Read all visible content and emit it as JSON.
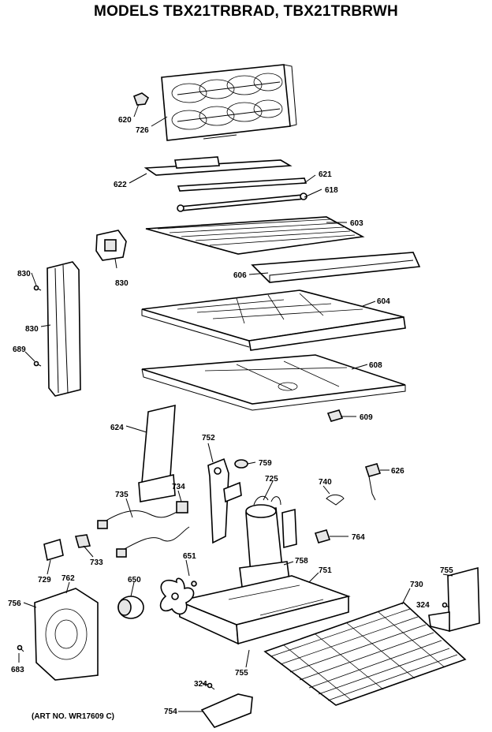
{
  "title": "MODELS TBX21TRBRAD, TBX21TRBRWH",
  "footer": "(ART NO. WR17609 C)",
  "callouts": {
    "c620": "620",
    "c726": "726",
    "c622": "622",
    "c621": "621",
    "c618": "618",
    "c603": "603",
    "c606": "606",
    "c604": "604",
    "c608": "608",
    "c609": "609",
    "c830a": "830",
    "c830b": "830",
    "c830c": "830",
    "c689": "689",
    "c624": "624",
    "c752": "752",
    "c759": "759",
    "c725": "725",
    "c740": "740",
    "c626": "626",
    "c735": "735",
    "c734": "734",
    "c764": "764",
    "c729": "729",
    "c762": "762",
    "c733": "733",
    "c651": "651",
    "c650": "650",
    "c758": "758",
    "c751": "751",
    "c730": "730",
    "c755a": "755",
    "c756": "756",
    "c324a": "324",
    "c683": "683",
    "c755b": "755",
    "c324b": "324",
    "c754": "754"
  }
}
